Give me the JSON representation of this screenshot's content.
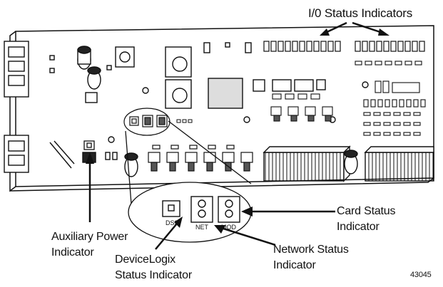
{
  "labels": {
    "io_status": "I/0 Status Indicators",
    "card_status_line1": "Card Status",
    "card_status_line2": "Indicator",
    "network_status_line1": "Network Status",
    "network_status_line2": "Indicator",
    "auxiliary_power_line1": "Auxiliary Power",
    "auxiliary_power_line2": "Indicator",
    "devicelogix_line1": "DeviceLogix",
    "devicelogix_line2": "Status Indicator",
    "figure_number": "43045"
  },
  "callout": {
    "ds2": "DS2",
    "net": "NET",
    "mod": "MOD"
  },
  "colors": {
    "line": "#111111",
    "board": "#ffffff"
  }
}
